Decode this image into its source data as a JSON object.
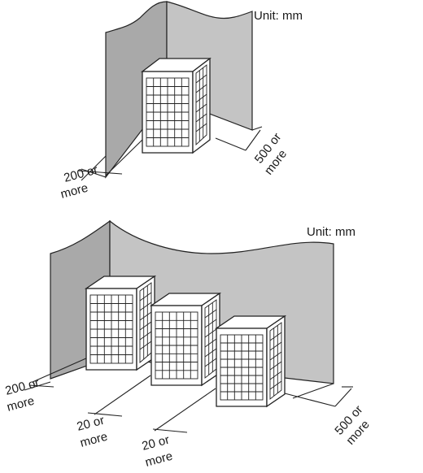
{
  "top_diagram": {
    "unit_label": "Unit: mm",
    "left_clearance": [
      "200 or",
      "more"
    ],
    "back_clearance": [
      "500 or",
      "more"
    ]
  },
  "bottom_diagram": {
    "unit_label": "Unit: mm",
    "left_clearance": [
      "200 or",
      "more"
    ],
    "gap1_clearance": [
      "20 or",
      "more"
    ],
    "gap2_clearance": [
      "20 or",
      "more"
    ],
    "back_clearance": [
      "500 or",
      "more"
    ]
  }
}
